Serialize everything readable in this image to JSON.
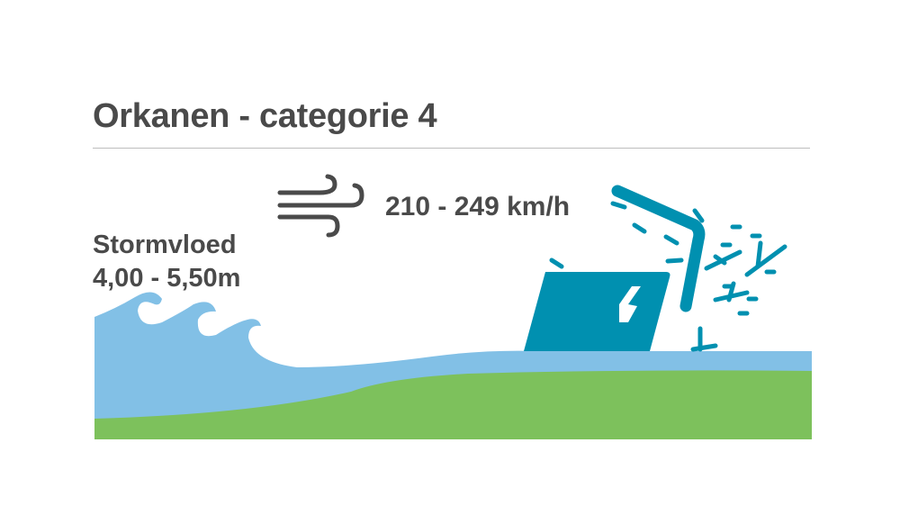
{
  "title": "Orkanen - categorie 4",
  "wind": {
    "icon": "wind-icon",
    "speed": "210 - 249 km/h"
  },
  "storm_surge": {
    "label": "Stormvloed",
    "height": "4,00 - 5,50m"
  },
  "colors": {
    "text": "#4a4a4a",
    "water": "#82c0e6",
    "land": "#7dc15c",
    "damage": "#0090b0"
  }
}
